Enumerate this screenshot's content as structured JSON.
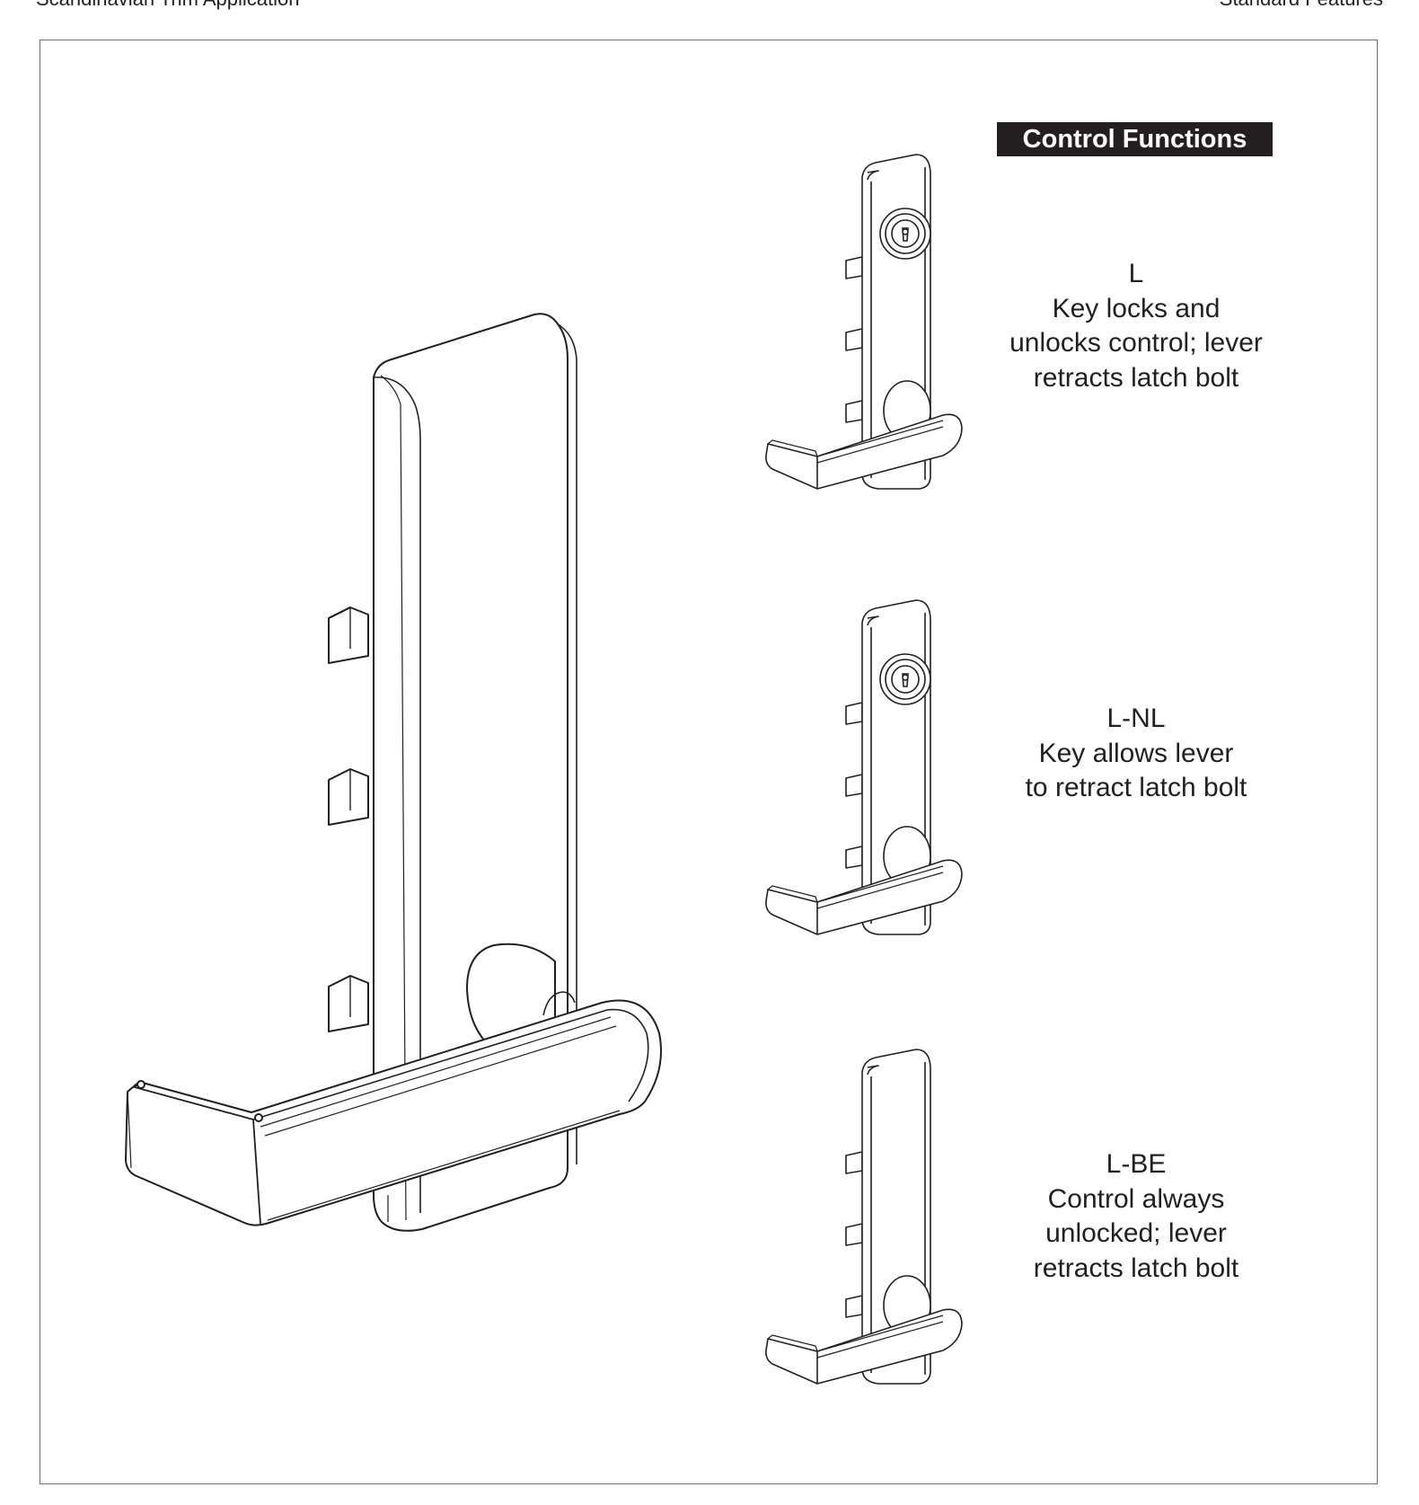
{
  "header": {
    "left_text": "Scandinavian Trim Application",
    "right_text": "Standard Features"
  },
  "heading": "Control Functions",
  "functions": [
    {
      "code": "L",
      "lines": [
        "Key locks and",
        "unlocks control; lever",
        "retracts latch bolt"
      ],
      "has_cylinder": true
    },
    {
      "code": "L-NL",
      "lines": [
        "Key allows lever",
        "to retract latch bolt"
      ],
      "has_cylinder": true
    },
    {
      "code": "L-BE",
      "lines": [
        "Control always",
        "unlocked; lever",
        "retracts latch bolt"
      ],
      "has_cylinder": false
    }
  ],
  "colors": {
    "ink": "#231f20",
    "frame": "#6d6e71",
    "background": "#ffffff"
  }
}
